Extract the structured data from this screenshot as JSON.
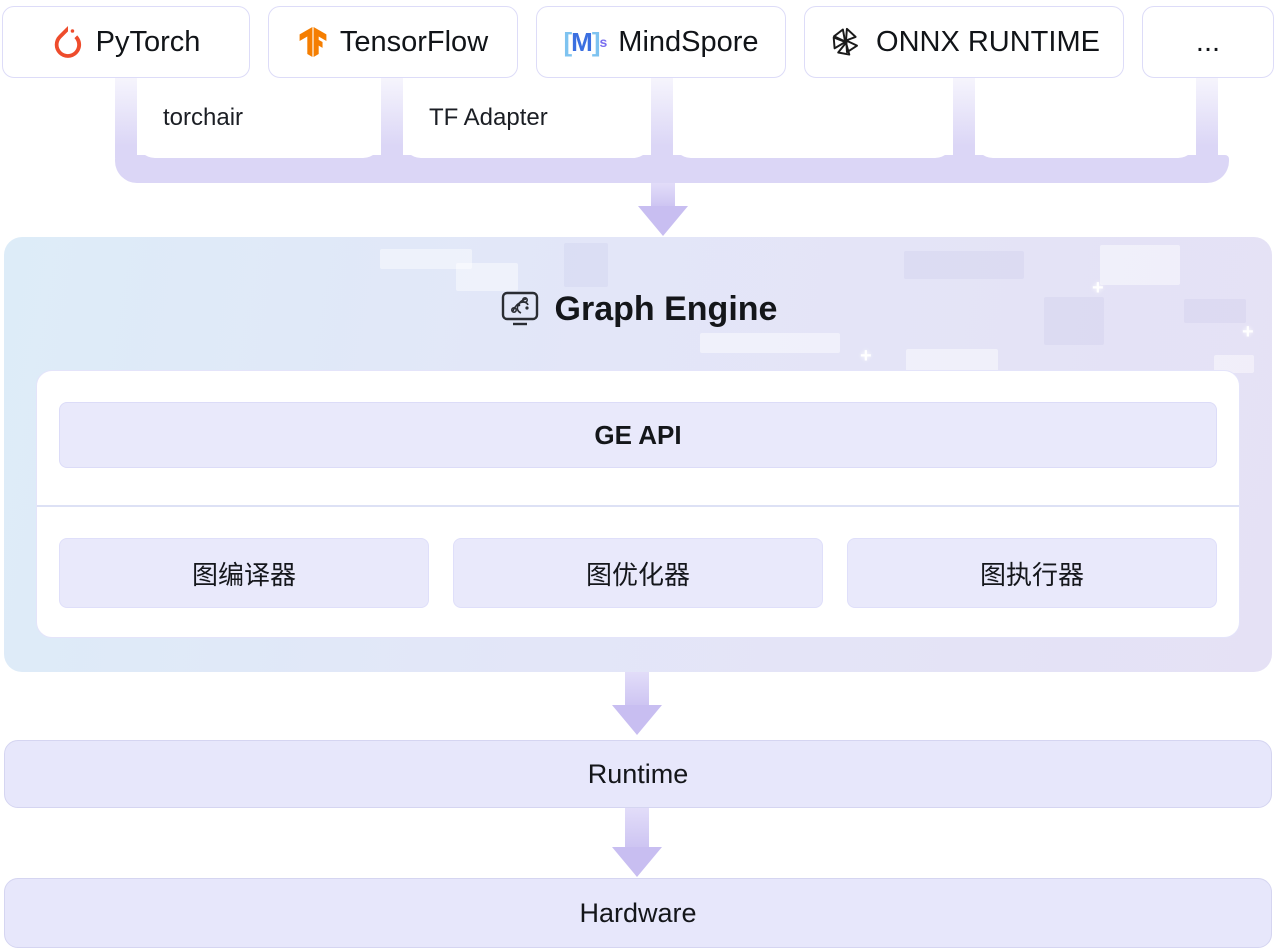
{
  "frameworks": [
    {
      "label": "PyTorch",
      "icon": "pytorch-flame-icon",
      "icon_color": "#ee4c2c"
    },
    {
      "label": "TensorFlow",
      "icon": "tensorflow-icon",
      "icon_color": "#f57e01"
    },
    {
      "label": "MindSpore",
      "icon": "mindspore-icon",
      "icon_color": "#3b6fe0",
      "icon_text": {
        "open": "[",
        "m": "M",
        "close": "]",
        "sup": "s"
      }
    },
    {
      "label": "ONNX RUNTIME",
      "icon": "onnx-pinwheel-icon",
      "icon_color": "#1a1a1a"
    },
    {
      "label": "..."
    }
  ],
  "adapters": [
    {
      "label": "torchair"
    },
    {
      "label": "TF Adapter"
    }
  ],
  "graph_engine": {
    "title": "Graph Engine",
    "title_icon": "graph-engine-monitor-icon",
    "api_label": "GE API",
    "modules": [
      {
        "label": "图编译器"
      },
      {
        "label": "图优化器"
      },
      {
        "label": "图执行器"
      }
    ]
  },
  "layers": [
    {
      "label": "Runtime"
    },
    {
      "label": "Hardware"
    }
  ],
  "colors": {
    "pipe_lavender": "#dbd6f6",
    "arrow_head": "#c8bef1",
    "box_fill": "#e9e9fb",
    "layer_fill": "#e7e7fb",
    "section_gradient_left": "#ddecf8",
    "section_gradient_right": "#e5e1f5",
    "text": "#14161a",
    "pytorch_orange": "#ee4c2c",
    "tensorflow_orange": "#f57e01"
  }
}
